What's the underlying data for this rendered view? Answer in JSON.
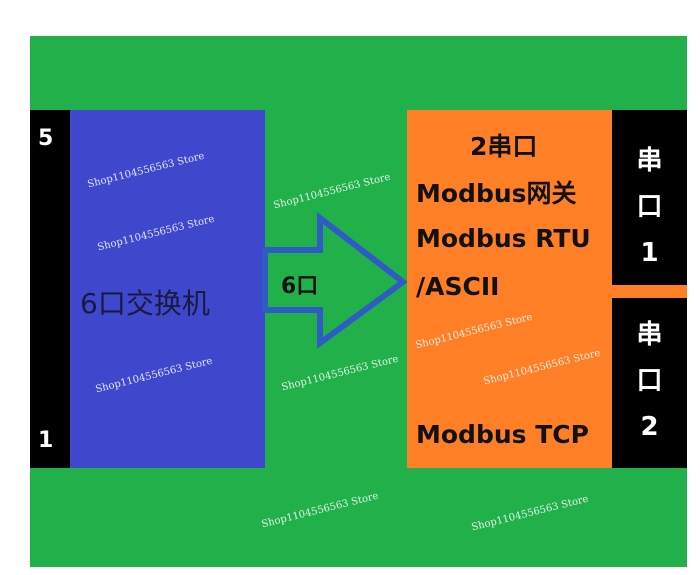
{
  "left_ports": {
    "top": "5",
    "bottom": "1"
  },
  "switch_label": "6口交换机",
  "arrow_label": "6口",
  "gateway": {
    "lines": [
      "2串口",
      "Modbus网关",
      "Modbus RTU",
      "/ASCII",
      "Modbus TCP"
    ]
  },
  "serial_ports": [
    {
      "chars": [
        "串",
        "口",
        "1"
      ]
    },
    {
      "chars": [
        "串",
        "口",
        "2"
      ]
    }
  ],
  "watermark": "Shop1104556563 Store",
  "colors": {
    "background": "#22b04b",
    "switch": "#3f48cc",
    "gateway": "#ff7f27",
    "arrow_outline": "#2f5cc4",
    "ports": "#000000"
  }
}
